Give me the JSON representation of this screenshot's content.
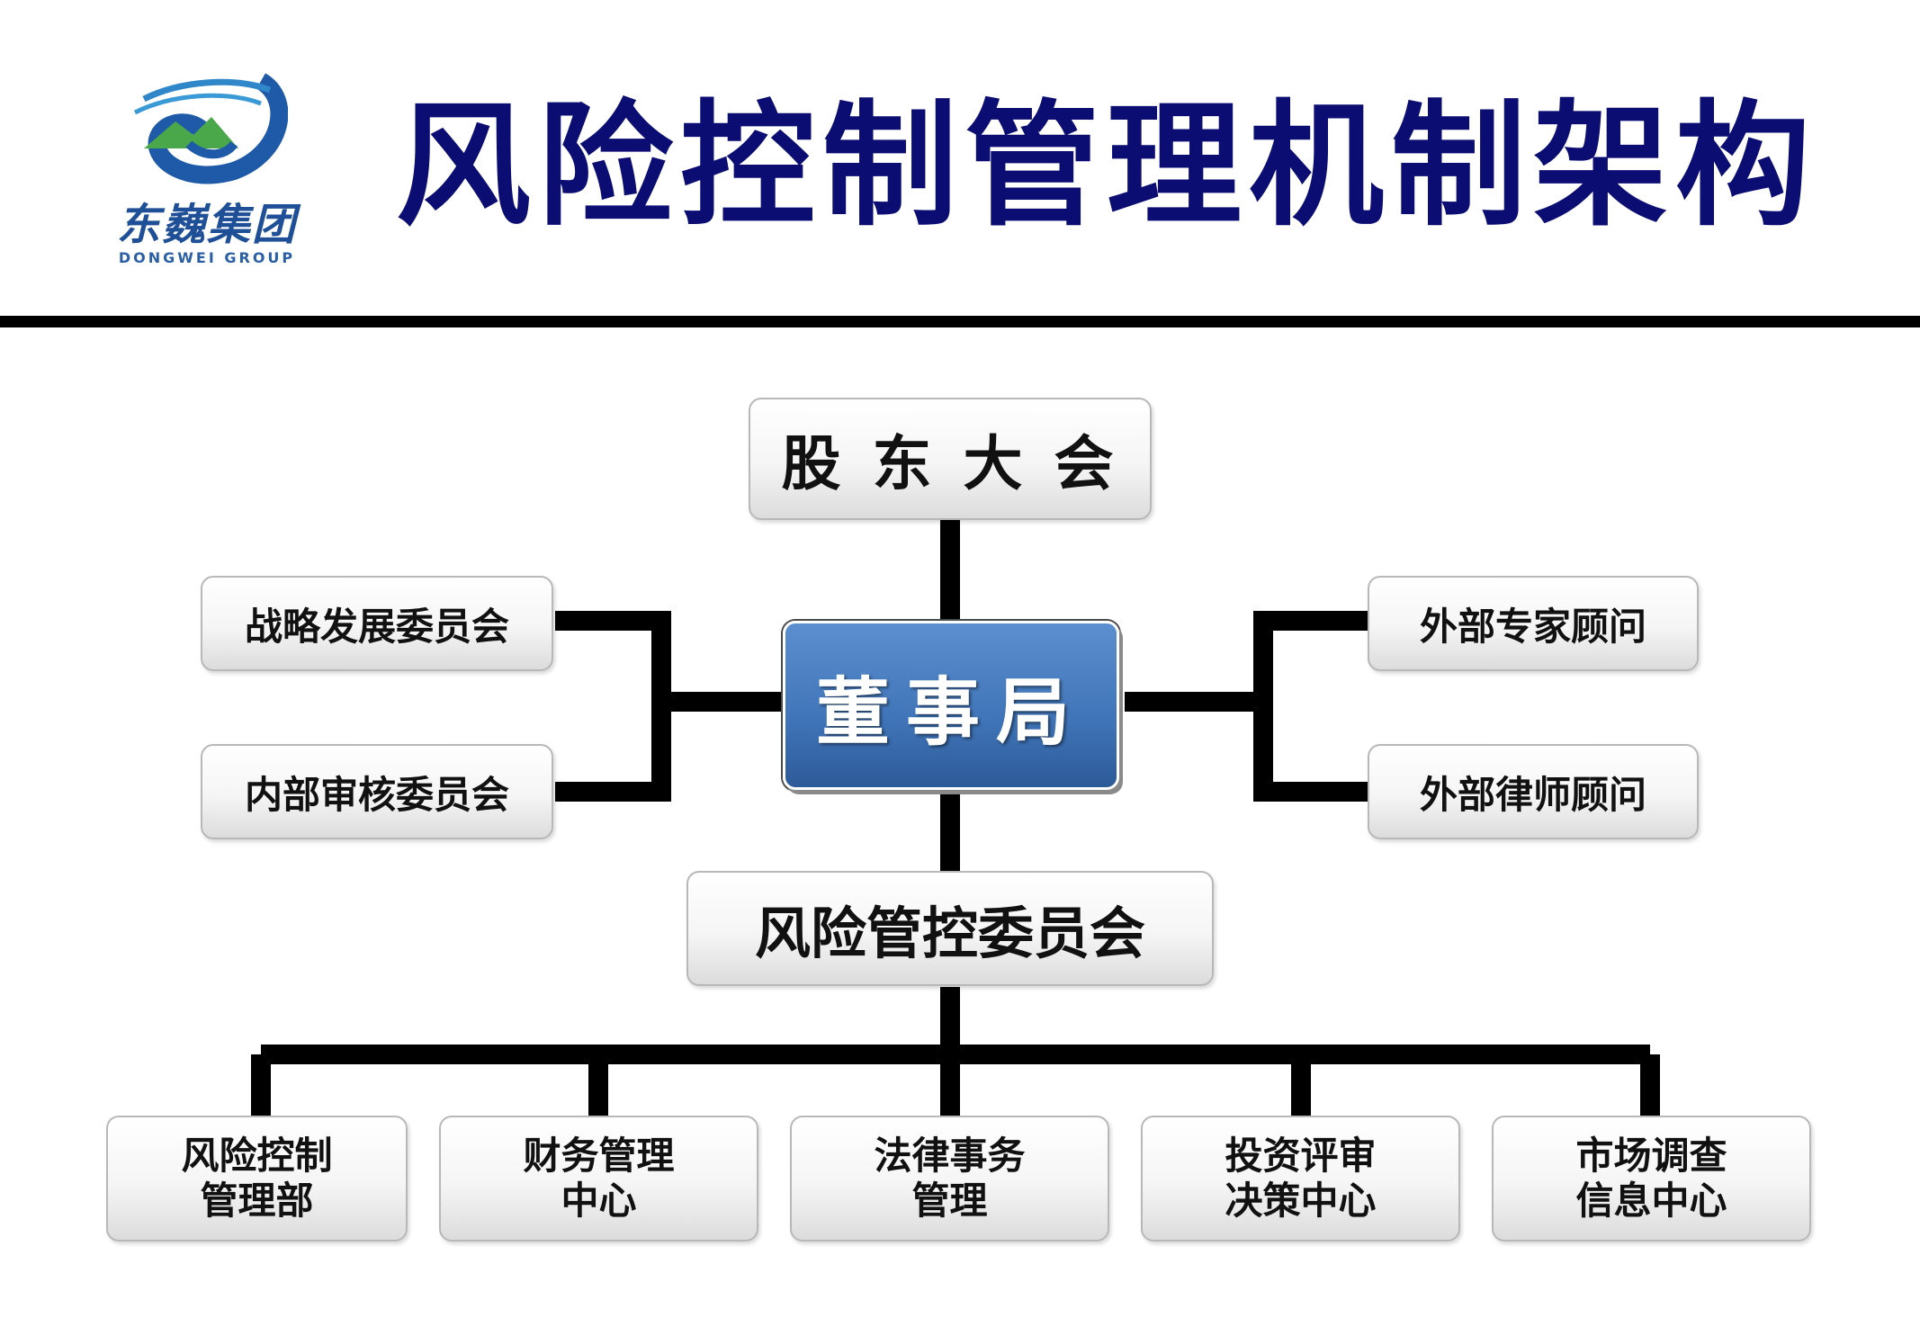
{
  "header": {
    "title": "风险控制管理机制架构",
    "logo": {
      "name_cn": "东巍集团",
      "name_en": "DONGWEI GROUP"
    }
  },
  "org": {
    "shareholders": "股 东 大 会",
    "board": "董事局",
    "left_committees": [
      "战略发展委员会",
      "内部审核委员会"
    ],
    "right_advisors": [
      "外部专家顾问",
      "外部律师顾问"
    ],
    "risk_committee": "风险管控委员会",
    "departments": [
      "风险控制\n管理部",
      "财务管理\n中心",
      "法律事务\n管理",
      "投资评审\n决策中心",
      "市场调查\n信息中心"
    ]
  },
  "colors": {
    "title": "#0b0d73",
    "board_fill": "#4a7fc4",
    "connector": "#000000"
  }
}
